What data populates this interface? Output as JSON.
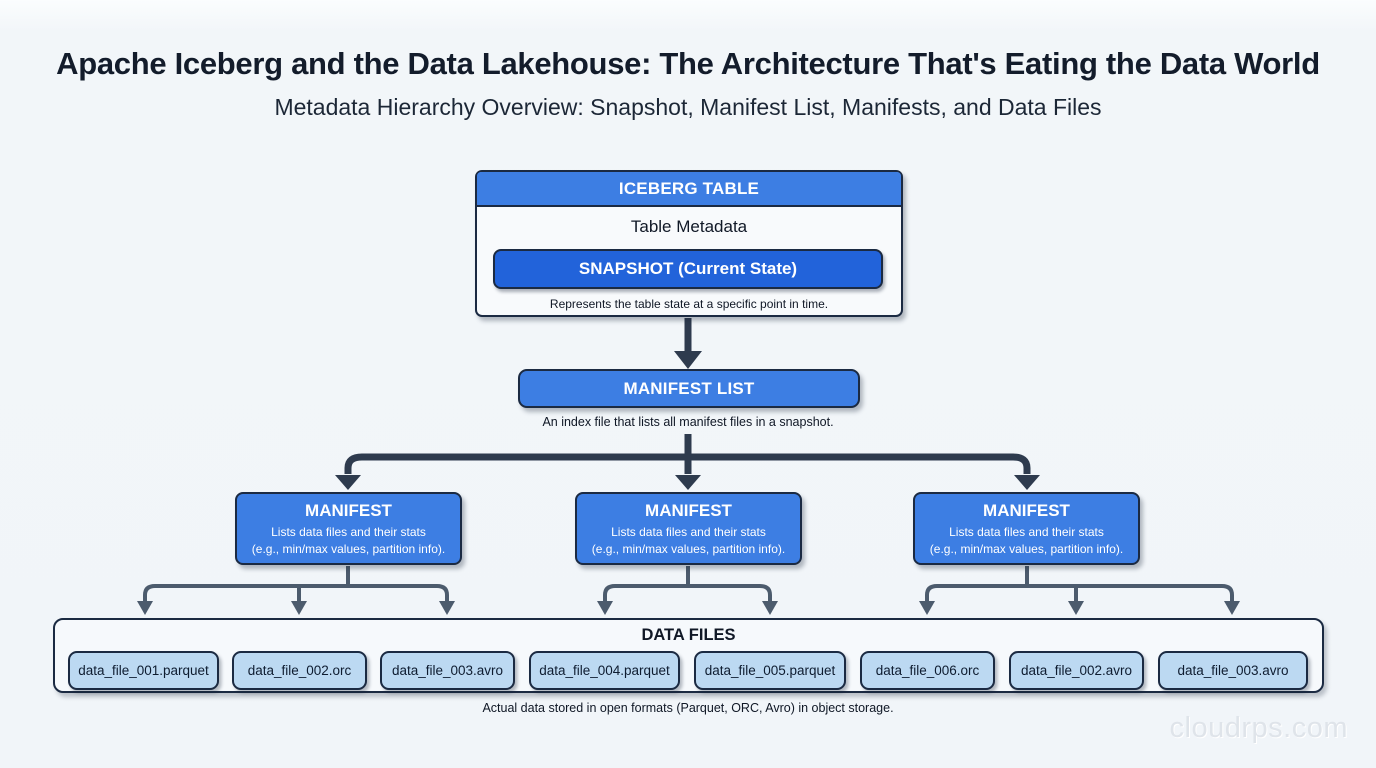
{
  "page": {
    "title": "Apache Iceberg and the Data Lakehouse: The Architecture That's Eating the Data World",
    "subtitle": "Metadata Hierarchy Overview: Snapshot, Manifest List, Manifests, and Data Files",
    "watermark": "cloudrps.com"
  },
  "colors": {
    "background": "#f1f5f9",
    "box_blue": "#3d7ee3",
    "snapshot_blue": "#2263da",
    "chip_blue": "#bcd9f2",
    "border_navy": "#1b2a42",
    "arrow_dark": "#2e3b4e",
    "arrow_gray": "#4c5b6d",
    "text_dark": "#131c2b"
  },
  "diagram": {
    "iceberg_table": {
      "header": "ICEBERG TABLE",
      "body_label": "Table Metadata",
      "snapshot_label": "SNAPSHOT (Current State)",
      "caption": "Represents the table state at a specific point in time."
    },
    "manifest_list": {
      "label": "MANIFEST LIST",
      "caption": "An index file that lists all manifest files in a snapshot."
    },
    "manifests": [
      {
        "title": "MANIFEST",
        "line1": "Lists data files and their stats",
        "line2": "(e.g., min/max values, partition info)."
      },
      {
        "title": "MANIFEST",
        "line1": "Lists data files and their stats",
        "line2": "(e.g., min/max values, partition info)."
      },
      {
        "title": "MANIFEST",
        "line1": "Lists data files and their stats",
        "line2": "(e.g., min/max values, partition info)."
      }
    ],
    "data_files": {
      "label": "DATA FILES",
      "caption": "Actual data stored in open formats (Parquet, ORC, Avro) in object storage.",
      "files": [
        "data_file_001.parquet",
        "data_file_002.orc",
        "data_file_003.avro",
        "data_file_004.parquet",
        "data_file_005.parquet",
        "data_file_006.orc",
        "data_file_002.avro",
        "data_file_003.avro"
      ]
    }
  }
}
